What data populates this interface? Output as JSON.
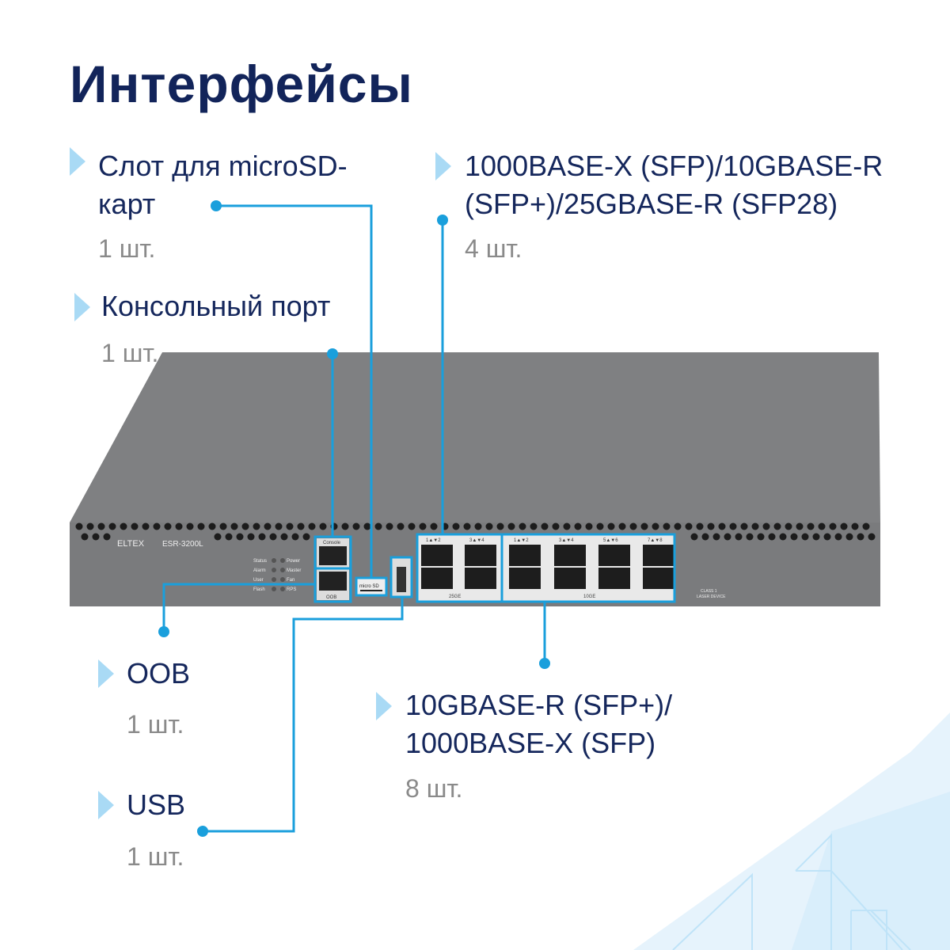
{
  "title": "Интерфейсы",
  "callouts": [
    {
      "label_lines": [
        "Слот для microSD-",
        "карт"
      ],
      "count": "1 шт."
    },
    {
      "label_lines": [
        "Консольный порт"
      ],
      "count": "1 шт."
    },
    {
      "label_lines": [
        "1000BASE-X (SFP)/10GBASE-R",
        "(SFP+)/25GBASE-R (SFP28)"
      ],
      "count": "4 шт."
    },
    {
      "label_lines": [
        "OOB"
      ],
      "count": "1 шт."
    },
    {
      "label_lines": [
        "USB"
      ],
      "count": "1 шт."
    },
    {
      "label_lines": [
        "10GBASE-R (SFP+)/",
        "1000BASE-X (SFP)"
      ],
      "count": "8 шт."
    }
  ],
  "device": {
    "brand": "ELTEX",
    "model": "ESR-3200L",
    "leds": [
      "Status",
      "Power",
      "Alarm",
      "Master",
      "User",
      "Fan",
      "Flash",
      "RPS"
    ],
    "port_labels": {
      "console": "Console",
      "oob": "OOB",
      "microsd": "micro SD",
      "group_25": "25GE",
      "group_10": "10GE"
    },
    "sfp_pairs_25": [
      "1▲▼2",
      "3▲▼4"
    ],
    "sfp_pairs_10": [
      "1▲▼2",
      "3▲▼4",
      "5▲▼6",
      "7▲▼8"
    ],
    "laser": [
      "CLASS 1",
      "LASER DEVICE"
    ]
  },
  "colors": {
    "title": "#12245a",
    "accent_line": "#1a9fdc",
    "arrow": "#a9daf5",
    "chassis": "#7d7e80"
  }
}
